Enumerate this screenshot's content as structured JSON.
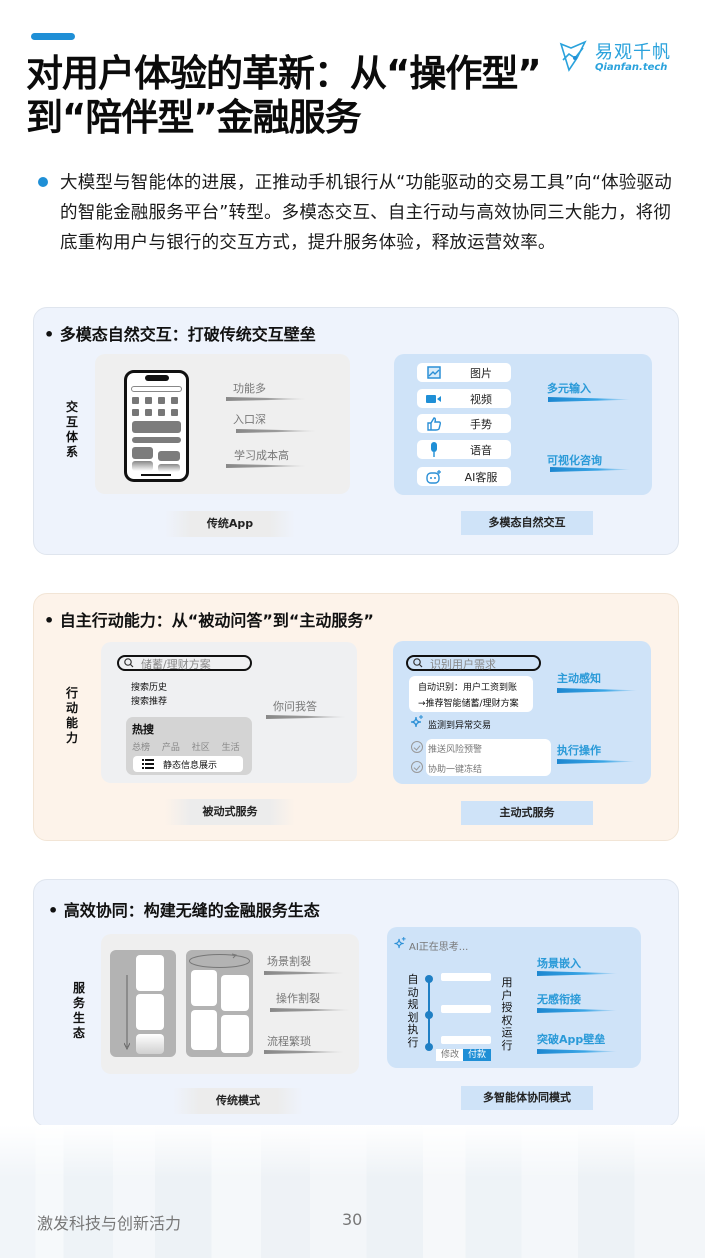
{
  "header": {
    "title_line1": "对用户体验的革新：从“操作型”",
    "title_line2": "到“陪伴型”金融服务",
    "logo_cn": "易观千帆",
    "logo_en": "Qianfan.tech",
    "accent_color": "#1f8fd6"
  },
  "intro": {
    "text": "大模型与智能体的进展，正推动手机银行从“功能驱动的交易工具”向“体验驱动的智能金融服务平台”转型。多模态交互、自主行动与高效协同三大能力，将彻底重构用户与银行的交互方式，提升服务体验，释放运营效率。"
  },
  "sections": [
    {
      "title": "• 多模态自然交互：打破传统交互壁垒",
      "side_label": "交互体系",
      "left": {
        "tags": [
          "功能多",
          "入口深",
          "学习成本高"
        ],
        "caption": "传统App"
      },
      "right": {
        "items": [
          {
            "icon": "image-icon",
            "label": "图片"
          },
          {
            "icon": "video-icon",
            "label": "视频"
          },
          {
            "icon": "thumbs-up-icon",
            "label": "手势"
          },
          {
            "icon": "microphone-icon",
            "label": "语音"
          },
          {
            "icon": "ai-bot-icon",
            "label": "AI客服"
          }
        ],
        "tags": [
          "多元输入",
          "可视化咨询"
        ],
        "caption": "多模态自然交互"
      }
    },
    {
      "title": "• 自主行动能力：从“被动问答”到“主动服务”",
      "side_label": "行动能力",
      "left": {
        "search_placeholder": "储蓄/理财方案",
        "links": [
          "搜索历史",
          "搜索推荐"
        ],
        "hot_title": "热搜",
        "hot_tabs": "总榜 产品 社区 生活",
        "hot_item": "静态信息展示",
        "tag": "你问我答",
        "caption": "被动式服务"
      },
      "right": {
        "search_placeholder": "识别用户需求",
        "detect_line1": "自动识别：用户工资到账",
        "detect_line2": "→推荐智能储蓄/理财方案",
        "monitor": "监测到异常交易",
        "actions": [
          "推送风险预警",
          "协助一键冻结"
        ],
        "tags": [
          "主动感知",
          "执行操作"
        ],
        "caption": "主动式服务"
      }
    },
    {
      "title": "• 高效协同：构建无缝的金融服务生态",
      "side_label": "服务生态",
      "left": {
        "tags": [
          "场景割裂",
          "操作割裂",
          "流程繁琐"
        ],
        "caption": "传统模式"
      },
      "right": {
        "thinking": "AI正在思考...",
        "auto_label": "自动规划执行",
        "auth_label": "用户授权运行",
        "btn_modify": "修改",
        "btn_pay": "付款",
        "tags": [
          "场景嵌入",
          "无感衔接",
          "突破App壁垒"
        ],
        "caption": "多智能体协同模式"
      }
    }
  ],
  "footer": {
    "text": "激发科技与创新活力",
    "page": "30"
  }
}
